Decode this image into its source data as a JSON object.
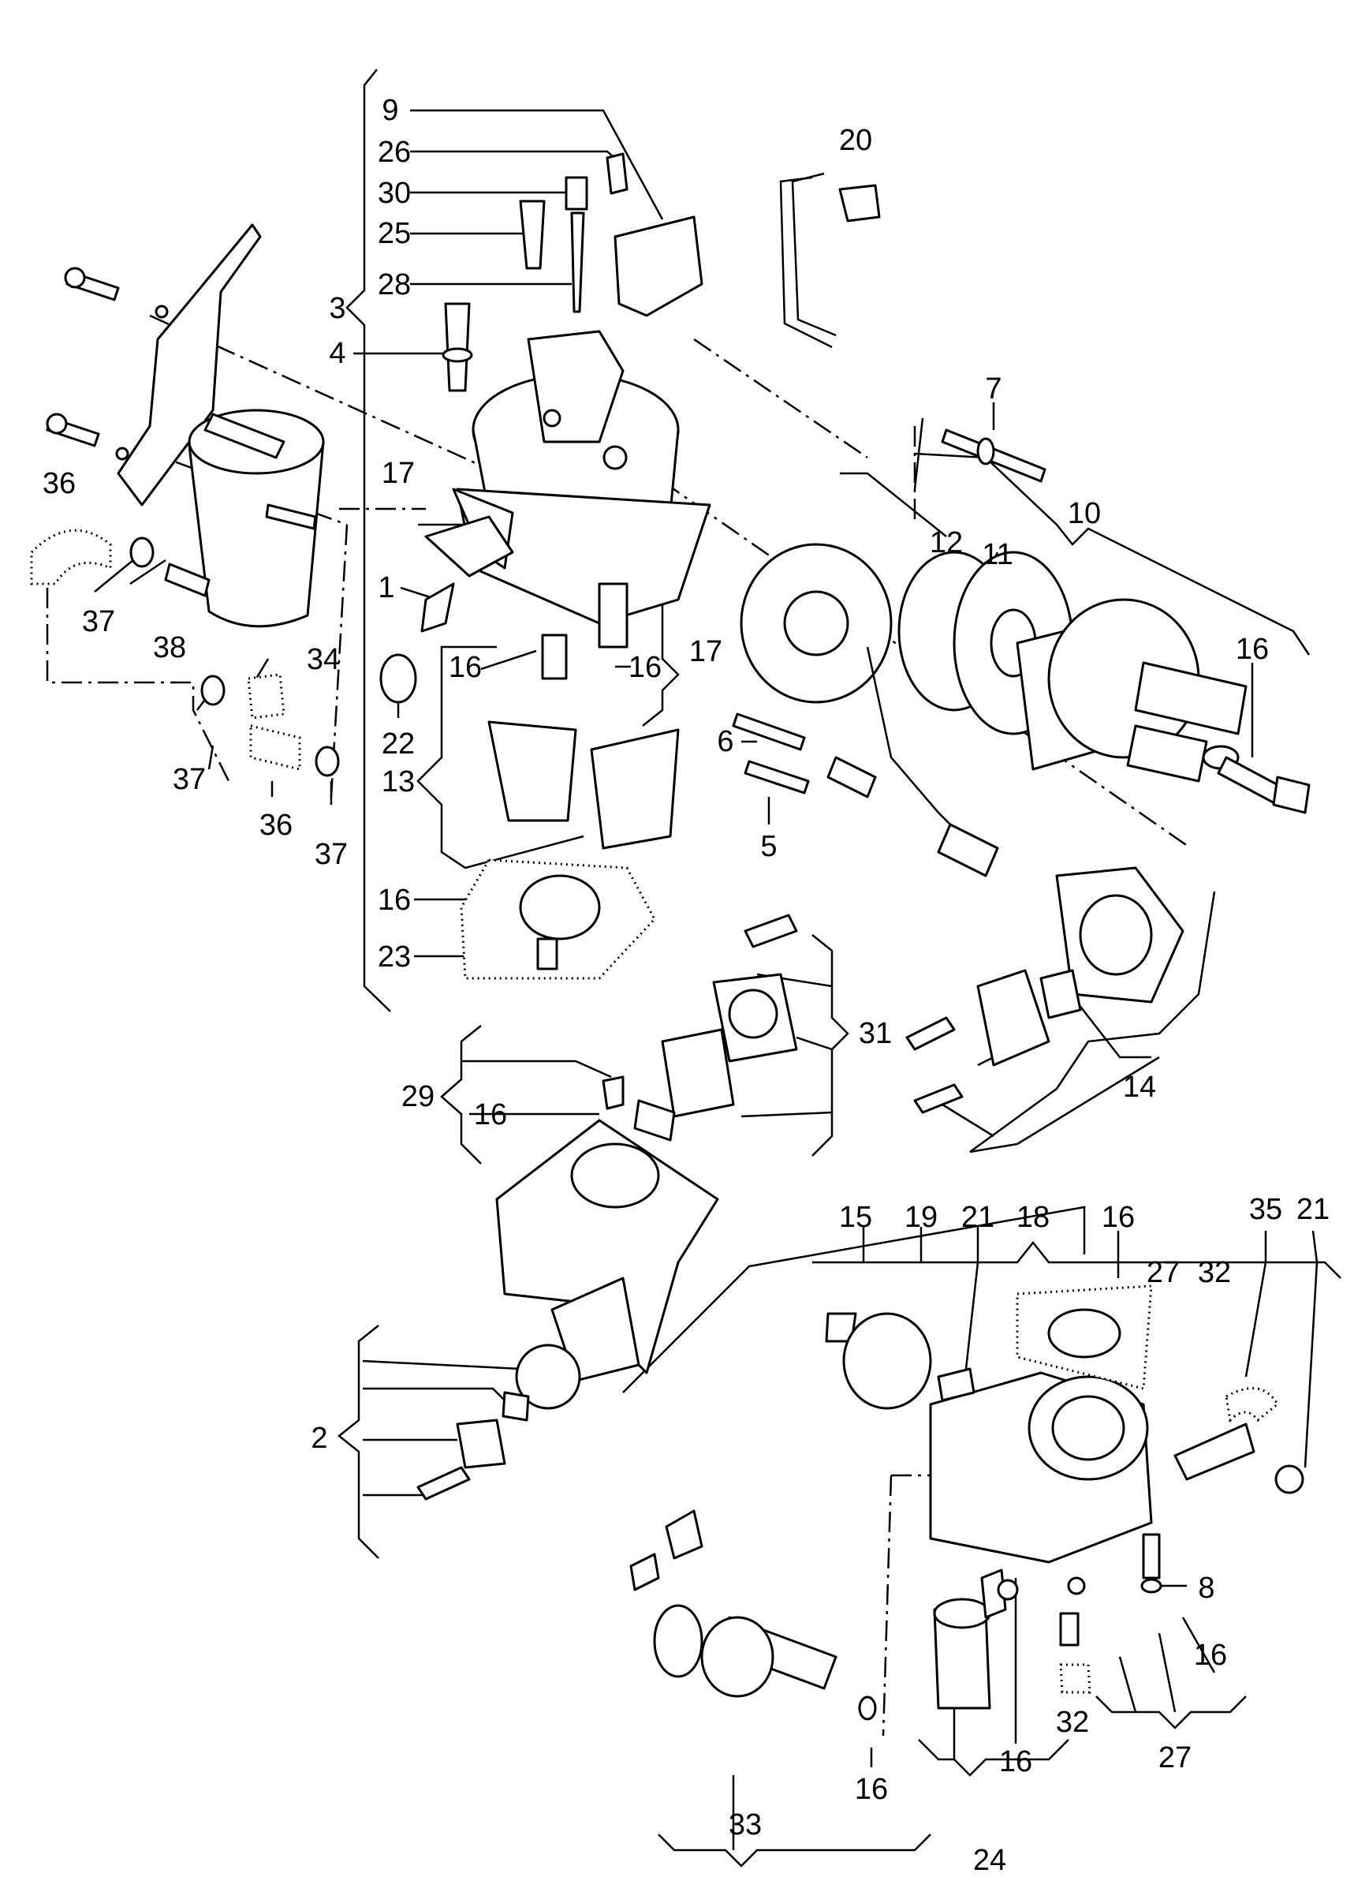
{
  "callouts": [
    "1",
    "2",
    "3",
    "4",
    "5",
    "6",
    "7",
    "8",
    "9",
    "10",
    "11",
    "12",
    "13",
    "14",
    "15",
    "16",
    "17",
    "18",
    "19",
    "20",
    "21",
    "22",
    "23",
    "24",
    "25",
    "26",
    "27",
    "28",
    "29",
    "30",
    "31",
    "32",
    "33",
    "34",
    "35",
    "36",
    "37",
    "38"
  ]
}
